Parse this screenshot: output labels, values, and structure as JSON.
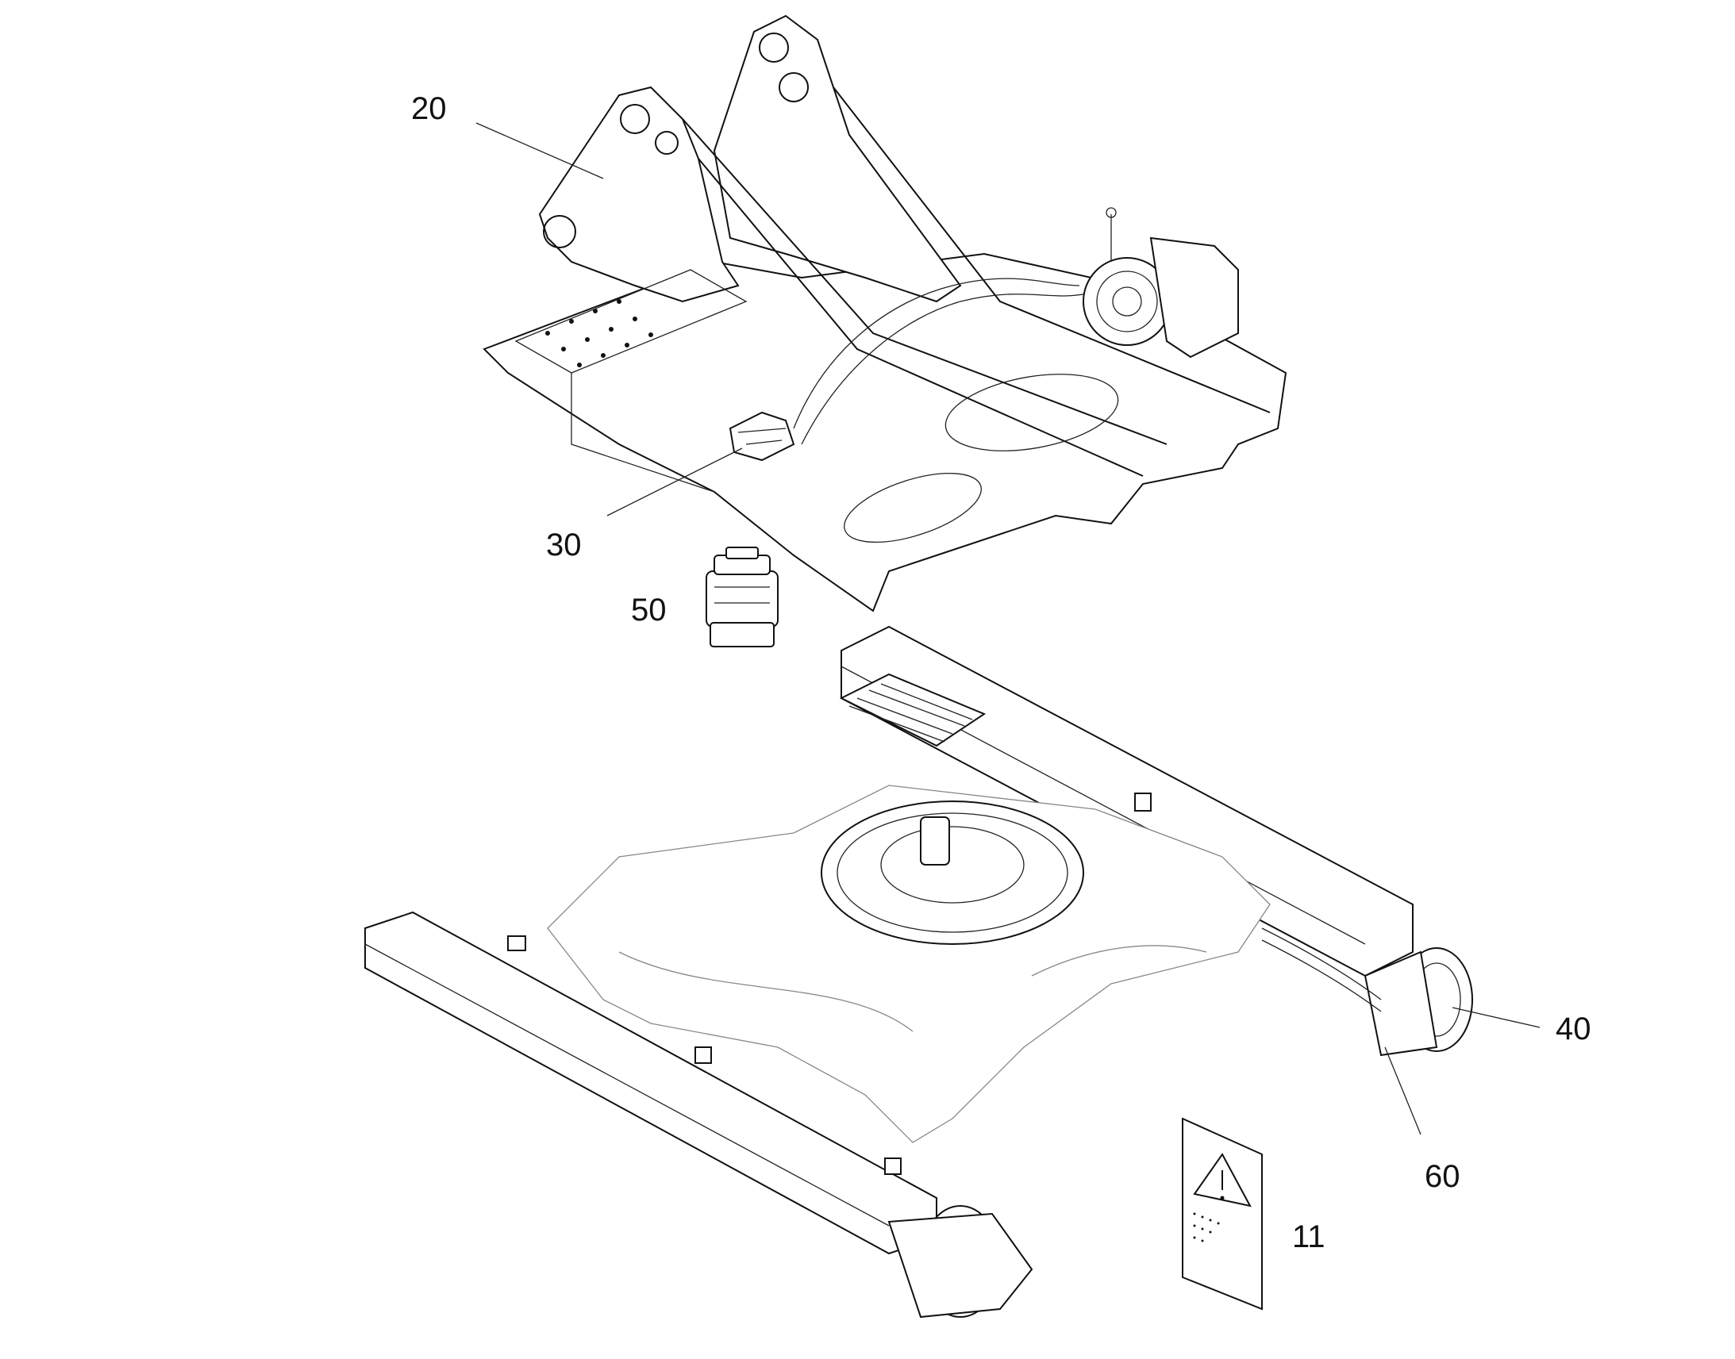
{
  "callouts": {
    "c20": "20",
    "c30": "30",
    "c50": "50",
    "c40": "40",
    "c60": "60",
    "c11": "11"
  },
  "colors": {
    "line": "#111111",
    "faint_line": "#888888",
    "background": "#ffffff"
  }
}
